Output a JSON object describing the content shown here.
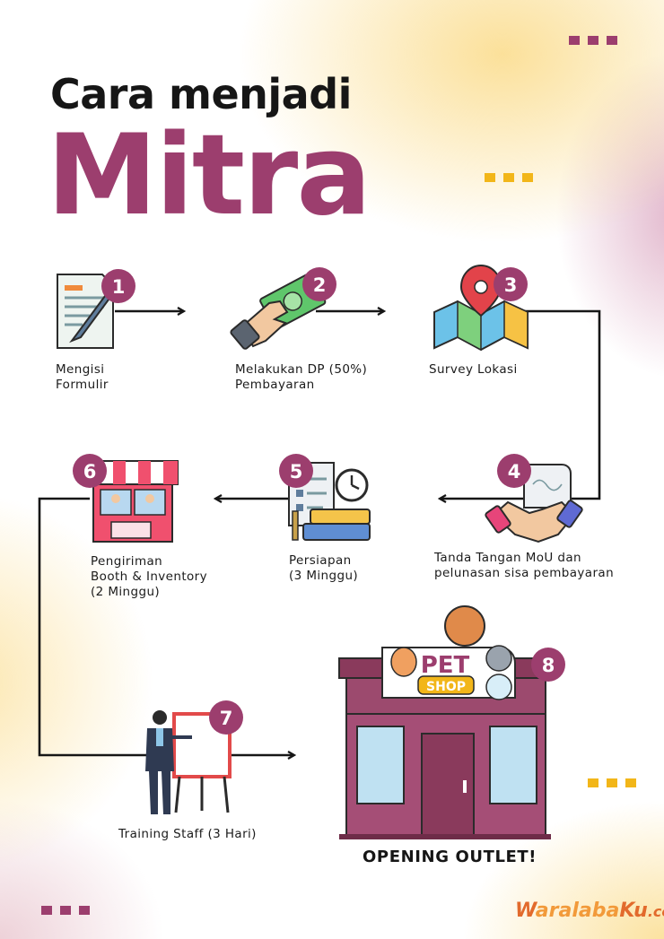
{
  "title": {
    "small": "Cara menjadi",
    "big": "Mitra"
  },
  "steps": [
    {
      "number": "1",
      "lines": [
        "Mengisi",
        "Formulir"
      ]
    },
    {
      "number": "2",
      "lines": [
        "Melakukan DP (50%)",
        "Pembayaran"
      ]
    },
    {
      "number": "3",
      "lines": [
        "Survey Lokasi"
      ]
    },
    {
      "number": "4",
      "lines": [
        "Tanda Tangan MoU dan",
        "pelunasan sisa pembayaran"
      ]
    },
    {
      "number": "5",
      "lines": [
        "Persiapan",
        "(3 Minggu)"
      ]
    },
    {
      "number": "6",
      "lines": [
        "Pengiriman",
        "Booth & Inventory",
        "(2 Minggu)"
      ]
    },
    {
      "number": "7",
      "lines": [
        "Training Staff (3 Hari)"
      ]
    },
    {
      "number": "8",
      "lines": [
        "OPENING OUTLET!"
      ]
    }
  ],
  "shop_sign": {
    "line1": "PET",
    "line2": "SHOP"
  },
  "logo": {
    "part1": "W",
    "part2": "aralaba",
    "part3": "Ku",
    "part4": ".com"
  },
  "colors": {
    "accent": "#9c3e6e",
    "gold": "#f2b619",
    "text": "#161616"
  }
}
